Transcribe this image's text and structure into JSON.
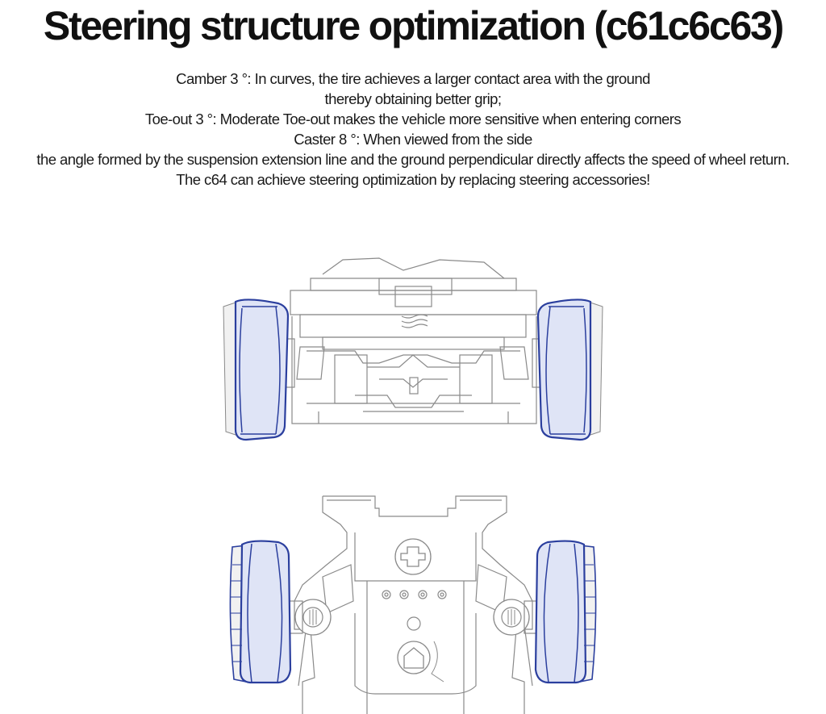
{
  "title": "Steering structure optimization (c61c6c63)",
  "description": [
    "Camber 3 °: In curves, the tire achieves a larger contact area with the ground",
    "thereby obtaining better grip;",
    "Toe-out 3 °: Moderate Toe-out makes the vehicle more sensitive when entering corners",
    "Caster 8 °: When viewed from the side",
    "the angle formed by the suspension extension line and the ground perpendicular directly affects the speed of wheel return.",
    "The c64 can achieve steering optimization by replacing steering accessories!"
  ],
  "colors": {
    "line_art": "#8a8a8a",
    "tire_outline": "#2b3f9e",
    "tire_fill": "#dfe4f6",
    "background": "#ffffff"
  },
  "figures": {
    "front_view": "front-view-chassis-illustration",
    "top_view": "top-view-chassis-illustration"
  }
}
